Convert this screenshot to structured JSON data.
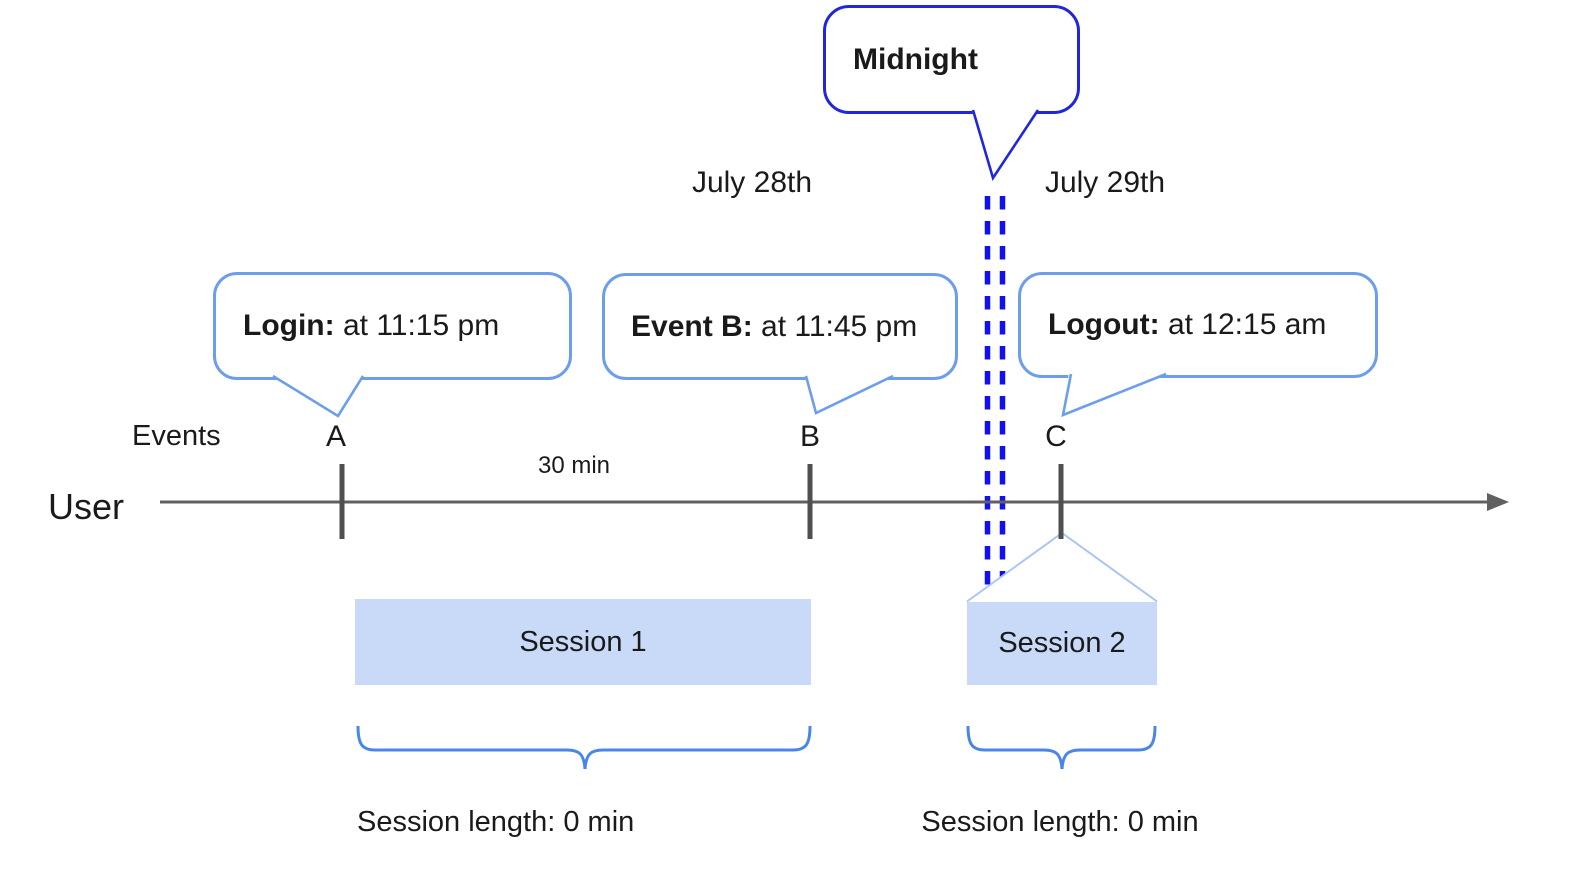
{
  "callouts": {
    "midnight": {
      "label": "Midnight"
    },
    "login": {
      "bold": "Login:",
      "text": " at 11:15 pm"
    },
    "event_b": {
      "bold": "Event B:",
      "text": " at 11:45 pm"
    },
    "logout": {
      "bold": "Logout:",
      "text": " at 12:15 am"
    }
  },
  "dates": {
    "before": "July 28th",
    "after": "July 29th"
  },
  "axis": {
    "events_label": "Events",
    "user_label": "User",
    "interval_label": "30 min",
    "marks": [
      "A",
      "B",
      "C"
    ]
  },
  "sessions": [
    {
      "label": "Session 1",
      "length_label": "Session length: 0 min"
    },
    {
      "label": "Session 2",
      "length_label": "Session length: 0 min"
    }
  ],
  "colors": {
    "midnight_border": "#2126dd",
    "callout_border": "#6d9eeb",
    "session_fill": "#c9daf8",
    "brace": "#4a86e8",
    "dashed_line": "#1010f0",
    "roof_connector": "#a9c5f5",
    "timeline": "#606060",
    "tick": "#4f4f4f",
    "text": "#1a1a1a"
  }
}
